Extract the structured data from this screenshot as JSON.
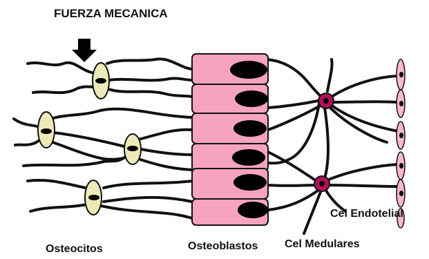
{
  "diagram": {
    "title": "FUERZA MECANICA",
    "labels": {
      "osteocitos": "Osteocitos",
      "osteoblastos": "Osteoblastos",
      "medulares": "Cel Medulares",
      "endotelial": "Cel Endotelial"
    },
    "counts": {
      "osteocytes": 4,
      "osteoblasts": 6,
      "marrow_cells": 2,
      "endothelial_cells": 6
    },
    "colors": {
      "osteocyte_fill": "#eeeab8",
      "osteoblast_fill": "#f5a3c0",
      "marrow_fill": "#b0105a",
      "endothelial_fill": "#f7b8cc",
      "nucleus": "#000000",
      "process_line": "#111111"
    },
    "icons": {
      "force": "down-arrow-icon"
    }
  }
}
